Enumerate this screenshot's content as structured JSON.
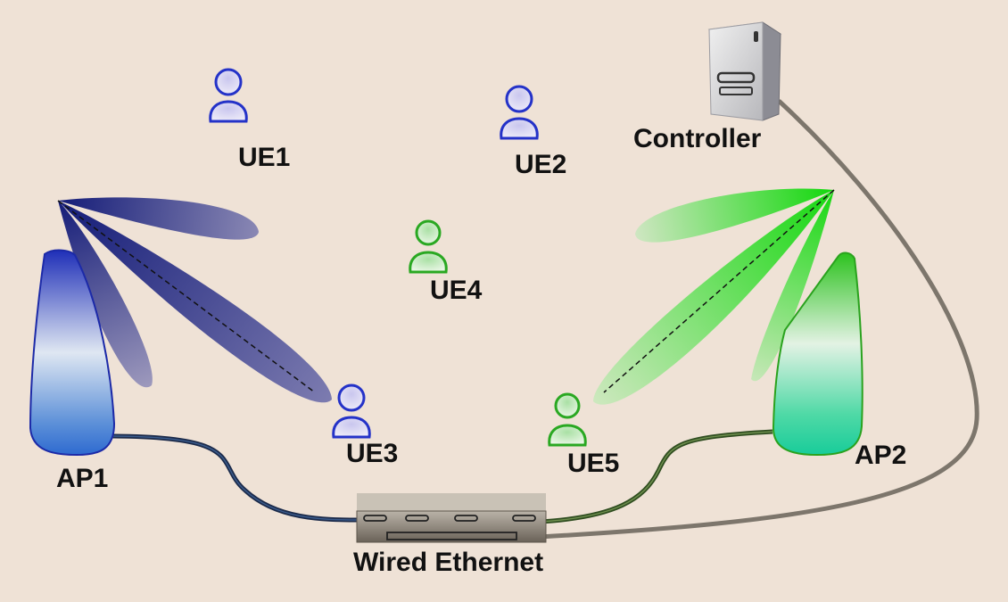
{
  "diagram": {
    "nodes": {
      "ue1": {
        "label": "UE1",
        "association": "AP1"
      },
      "ue2": {
        "label": "UE2",
        "association": "AP1"
      },
      "ue3": {
        "label": "UE3",
        "association": "AP1"
      },
      "ue4": {
        "label": "UE4",
        "association": "AP2"
      },
      "ue5": {
        "label": "UE5",
        "association": "AP2"
      },
      "ap1": {
        "label": "AP1"
      },
      "ap2": {
        "label": "AP2"
      },
      "controller": {
        "label": "Controller"
      },
      "switch": {
        "label": "Wired Ethernet"
      }
    },
    "links": [
      {
        "from": "AP1",
        "to": "Wired Ethernet"
      },
      {
        "from": "AP2",
        "to": "Wired Ethernet"
      },
      {
        "from": "Controller",
        "to": "Wired Ethernet"
      }
    ],
    "colors": {
      "background": "#efe2d6",
      "ap1_beam": "#1a1f80",
      "ap2_beam": "#22d61c",
      "ap1_users": "#2432c8",
      "ap2_users": "#2aa822",
      "cable_ap1": "#1b2a4a",
      "cable_ap2": "#2f4d20",
      "cable_controller": "#7d766c"
    }
  }
}
